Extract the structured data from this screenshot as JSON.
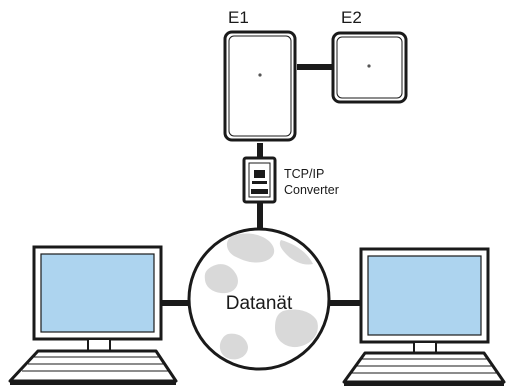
{
  "devices": {
    "e1_label": "E1",
    "e2_label": "E2"
  },
  "converter": {
    "label_line1": "TCP/IP",
    "label_line2": "Converter"
  },
  "network": {
    "label": "Datanät"
  },
  "colors": {
    "line": "#1a1a1a",
    "device_fill": "#ffffff",
    "screen_fill": "#add4ef",
    "globe_fill": "#ffffff",
    "continent_fill": "#d9d9d9"
  }
}
